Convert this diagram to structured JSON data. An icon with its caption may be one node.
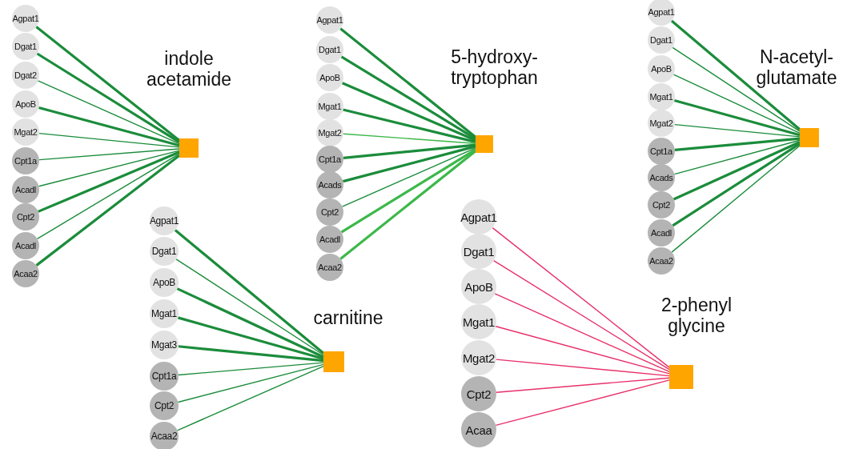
{
  "diagram": {
    "nodes": [
      {
        "text": [
          "Agpat1"
        ]
      },
      {
        "text": [
          "Dgat1"
        ]
      },
      {
        "text": [
          "Dgat2"
        ]
      },
      {
        "text": [
          "ApoB"
        ]
      },
      {
        "text": [
          "Mgat2"
        ]
      },
      {
        "text": [
          "Cpt1a"
        ]
      },
      {
        "text": [
          "Acadl"
        ]
      },
      {
        "text": [
          "Cpt2"
        ]
      },
      {
        "text": [
          "Acadl"
        ]
      },
      {
        "text": [
          "Acaa2"
        ]
      },
      {
        "text": [
          "indole acetamide"
        ]
      },
      {
        "text": [
          "Agpat1"
        ]
      },
      {
        "text": [
          "Dgat1"
        ]
      },
      {
        "text": [
          "ApoB"
        ]
      },
      {
        "text": [
          "Mgat1"
        ]
      },
      {
        "text": [
          "Mgat2"
        ]
      },
      {
        "text": [
          "Cpt1a"
        ]
      },
      {
        "text": [
          "Acads"
        ]
      },
      {
        "text": [
          "Cpt2"
        ]
      },
      {
        "text": [
          "Acadl"
        ]
      },
      {
        "text": [
          "Acaa2"
        ]
      },
      {
        "text": [
          "5-hydroxy- tryptophan"
        ]
      },
      {
        "text": [
          "Agpat1"
        ]
      },
      {
        "text": [
          "Dgat1"
        ]
      },
      {
        "text": [
          "ApoB"
        ]
      },
      {
        "text": [
          "Mgat1"
        ]
      },
      {
        "text": [
          "Mgat2"
        ]
      },
      {
        "text": [
          "Cpt1a"
        ]
      },
      {
        "text": [
          "Acads"
        ]
      },
      {
        "text": [
          "Cpt2"
        ]
      },
      {
        "text": [
          "Acadl"
        ]
      },
      {
        "text": [
          "Acaa2"
        ]
      },
      {
        "text": [
          "N-acetyl- glutamate"
        ]
      },
      {
        "text": [
          "Agpat1"
        ]
      },
      {
        "text": [
          "Dgat1"
        ]
      },
      {
        "text": [
          "ApoB"
        ]
      },
      {
        "text": [
          "Mgat1"
        ]
      },
      {
        "text": [
          "Mgat3"
        ]
      },
      {
        "text": [
          "Cpt1a"
        ]
      },
      {
        "text": [
          "Cpt2"
        ]
      },
      {
        "text": [
          "Acaa2"
        ]
      },
      {
        "text": [
          "carnitine"
        ]
      },
      {
        "text": [
          "Agpat1"
        ]
      },
      {
        "text": [
          "Dgat1"
        ]
      },
      {
        "text": [
          "ApoB"
        ]
      },
      {
        "text": [
          "Mgat1"
        ]
      },
      {
        "text": [
          "Mgat2"
        ]
      },
      {
        "text": [
          "Cpt2"
        ]
      },
      {
        "text": [
          "Acaa"
        ]
      },
      {
        "text": [
          "2-phenyl glycine"
        ]
      }
    ],
    "edges": [
      {
        "from": 0,
        "to": 10,
        "arrow": "none",
        "style": "thick"
      },
      {
        "from": 1,
        "to": 10,
        "arrow": "none",
        "style": "thick"
      },
      {
        "from": 2,
        "to": 10,
        "arrow": "none"
      },
      {
        "from": 3,
        "to": 10,
        "arrow": "none",
        "style": "thick"
      },
      {
        "from": 4,
        "to": 10,
        "arrow": "none"
      },
      {
        "from": 5,
        "to": 10,
        "arrow": "none"
      },
      {
        "from": 6,
        "to": 10,
        "arrow": "none"
      },
      {
        "from": 7,
        "to": 10,
        "arrow": "none",
        "style": "thick"
      },
      {
        "from": 8,
        "to": 10,
        "arrow": "none"
      },
      {
        "from": 9,
        "to": 10,
        "arrow": "none",
        "style": "thick"
      },
      {
        "from": 11,
        "to": 21,
        "arrow": "none",
        "style": "thick"
      },
      {
        "from": 12,
        "to": 21,
        "arrow": "none",
        "style": "thick"
      },
      {
        "from": 13,
        "to": 21,
        "arrow": "none",
        "style": "thick"
      },
      {
        "from": 14,
        "to": 21,
        "arrow": "none",
        "style": "thick"
      },
      {
        "from": 15,
        "to": 21,
        "arrow": "none",
        "color": "#3cb84a"
      },
      {
        "from": 16,
        "to": 21,
        "arrow": "none",
        "style": "thick"
      },
      {
        "from": 17,
        "to": 21,
        "arrow": "none",
        "style": "thick"
      },
      {
        "from": 18,
        "to": 21,
        "arrow": "none"
      },
      {
        "from": 19,
        "to": 21,
        "arrow": "none",
        "style": "thick",
        "color": "#3cb84a"
      },
      {
        "from": 20,
        "to": 21,
        "arrow": "none",
        "style": "thick",
        "color": "#3cb84a"
      },
      {
        "from": 22,
        "to": 32,
        "arrow": "none",
        "style": "thick"
      },
      {
        "from": 23,
        "to": 32,
        "arrow": "none"
      },
      {
        "from": 24,
        "to": 32,
        "arrow": "none"
      },
      {
        "from": 25,
        "to": 32,
        "arrow": "none",
        "style": "thick"
      },
      {
        "from": 26,
        "to": 32,
        "arrow": "none"
      },
      {
        "from": 27,
        "to": 32,
        "arrow": "none",
        "style": "thick"
      },
      {
        "from": 28,
        "to": 32,
        "arrow": "none"
      },
      {
        "from": 29,
        "to": 32,
        "arrow": "none",
        "style": "thick"
      },
      {
        "from": 30,
        "to": 32,
        "arrow": "none",
        "style": "thick"
      },
      {
        "from": 31,
        "to": 32,
        "arrow": "none"
      },
      {
        "from": 33,
        "to": 41,
        "arrow": "none",
        "style": "thick"
      },
      {
        "from": 34,
        "to": 41,
        "arrow": "none"
      },
      {
        "from": 35,
        "to": 41,
        "arrow": "none",
        "style": "thick"
      },
      {
        "from": 36,
        "to": 41,
        "arrow": "none",
        "style": "thick"
      },
      {
        "from": 37,
        "to": 41,
        "arrow": "none",
        "style": "thick"
      },
      {
        "from": 38,
        "to": 41,
        "arrow": "none"
      },
      {
        "from": 39,
        "to": 41,
        "arrow": "none"
      },
      {
        "from": 40,
        "to": 41,
        "arrow": "none"
      },
      {
        "from": 42,
        "to": 49,
        "arrow": "none",
        "color": "#e8306a"
      },
      {
        "from": 43,
        "to": 49,
        "arrow": "none",
        "color": "#e8306a"
      },
      {
        "from": 44,
        "to": 49,
        "arrow": "none",
        "color": "#e8306a"
      },
      {
        "from": 45,
        "to": 49,
        "arrow": "none",
        "color": "#e8306a"
      },
      {
        "from": 46,
        "to": 49,
        "arrow": "none",
        "color": "#e8306a"
      },
      {
        "from": 47,
        "to": 49,
        "arrow": "none",
        "color": "#e8306a"
      },
      {
        "from": 48,
        "to": 49,
        "arrow": "none",
        "color": "#e8306a"
      }
    ]
  }
}
